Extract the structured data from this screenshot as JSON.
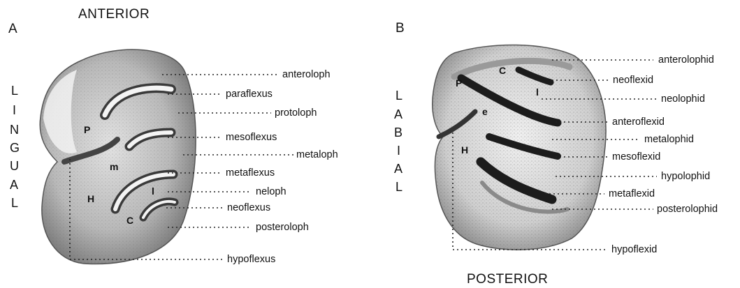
{
  "panel_a": {
    "letter": "A",
    "heading": "ANTERIOR",
    "side_letters": [
      "L",
      "I",
      "N",
      "G",
      "U",
      "A",
      "L"
    ],
    "tooth_letters": {
      "p": "P",
      "m": "m",
      "h": "H",
      "l": "l",
      "c": "C"
    },
    "labels": [
      "anteroloph",
      "paraflexus",
      "protoloph",
      "mesoflexus",
      "metaloph",
      "metaflexus",
      "neloph",
      "neoflexus",
      "posteroloph",
      "hypoflexus"
    ]
  },
  "panel_b": {
    "letter": "B",
    "heading": "POSTERIOR",
    "side_letters": [
      "L",
      "A",
      "B",
      "I",
      "A",
      "L"
    ],
    "tooth_letters": {
      "p": "P",
      "c": "C",
      "l": "l",
      "e": "e",
      "h": "H"
    },
    "labels": [
      "anterolophid",
      "neoflexid",
      "neolophid",
      "anteroflexid",
      "metalophid",
      "mesoflexid",
      "hypolophid",
      "metaflexid",
      "posterolophid",
      "hypoflexid"
    ]
  }
}
